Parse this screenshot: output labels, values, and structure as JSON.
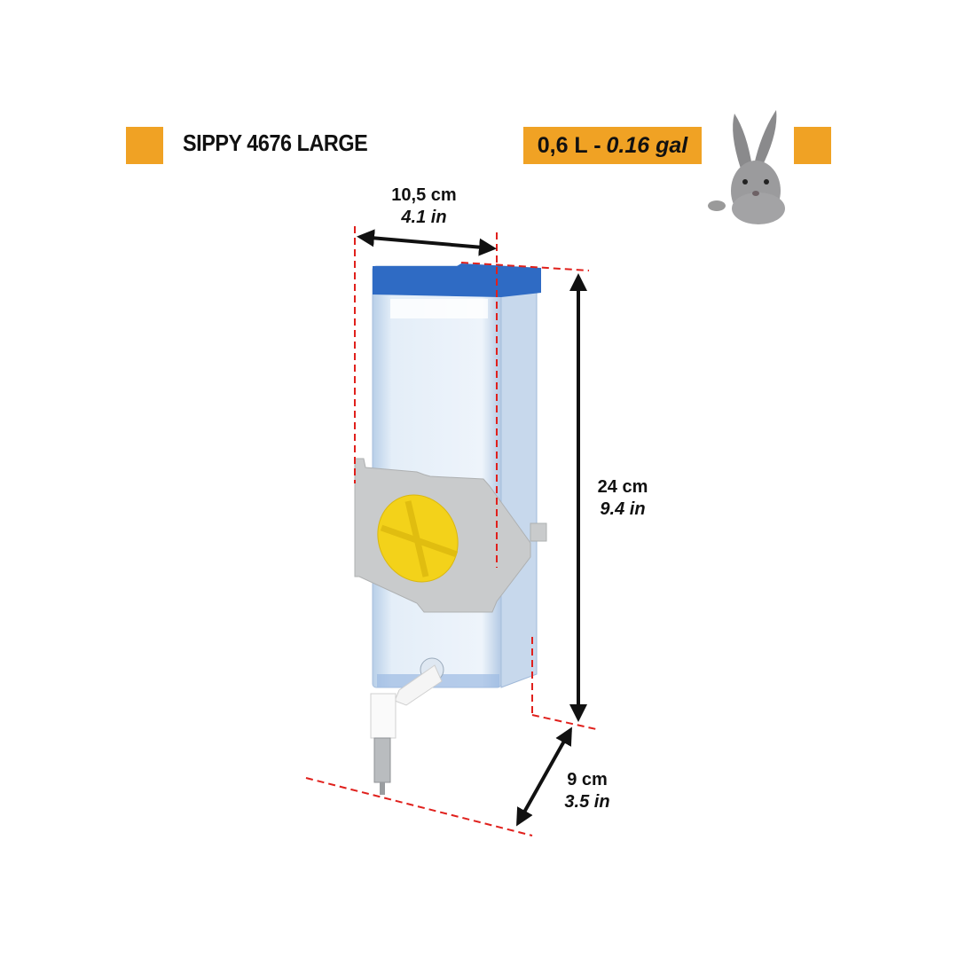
{
  "product": {
    "title": "SIPPY 4676 LARGE",
    "capacity_metric": "0,6 L -",
    "capacity_imperial": "0.16 gal"
  },
  "dimensions": {
    "width": {
      "cm": "10,5 cm",
      "in": "4.1 in"
    },
    "height": {
      "cm": "24 cm",
      "in": "9.4 in"
    },
    "depth": {
      "cm": "9 cm",
      "in": "3.5 in"
    }
  },
  "colors": {
    "accent": "#F0A224",
    "dimension_line": "#E0201C",
    "cap": "#2F6BC4",
    "knob": "#F3D21A",
    "bracket": "#C9CBCC"
  },
  "icons": [
    "rabbit-photo",
    "water-bottle-illustration"
  ]
}
